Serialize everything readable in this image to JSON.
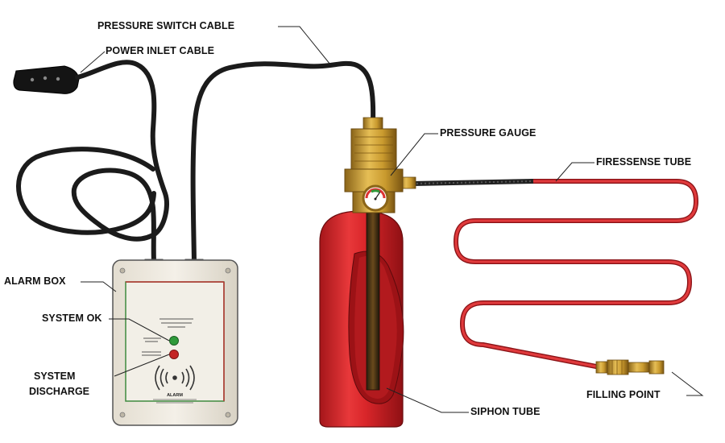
{
  "labels": {
    "pressure_switch_cable": "PRESSURE SWITCH CABLE",
    "power_inlet_cable": "POWER INLET CABLE",
    "pressure_gauge": "PRESSURE GAUGE",
    "firessense_tube": "FIRESSENSE TUBE",
    "alarm_box": "ALARM BOX",
    "system_ok": "SYSTEM OK",
    "system_discharge_line1": "SYSTEM",
    "system_discharge_line2": "DISCHARGE",
    "siphon_tube": "SIPHON TUBE",
    "filling_point": "FILLING POINT"
  },
  "alarm_panel_text": {
    "alarm": "ALARM"
  },
  "colors": {
    "cylinder_red": "#d8262a",
    "tube_red": "#d9262a",
    "cable_black": "#1b1b1b",
    "brass": "#c99a2e",
    "led_green": "#2f9a3a",
    "led_red": "#c42424",
    "box_fill": "#efeae0",
    "panel_border_green": "#3f8a3f"
  }
}
